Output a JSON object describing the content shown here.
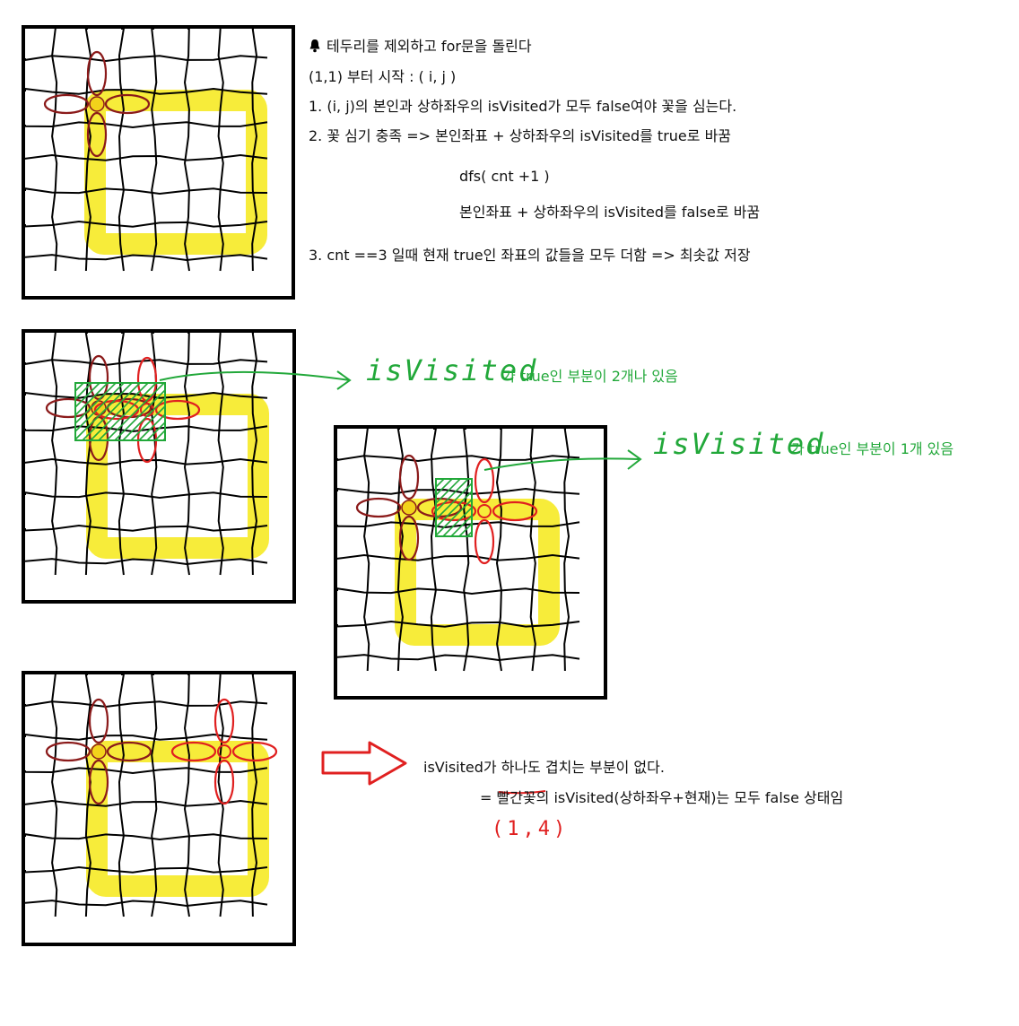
{
  "notes": {
    "title": "테두리를 제외하고 for문을 돌린다",
    "start": "(1,1) 부터 시작 : ( i, j )",
    "rule1": "1. (i, j)의 본인과 상하좌우의 isVisited가 모두 false여야 꽃을 심는다.",
    "rule2": "2. 꽃 심기 충족 => 본인좌표 + 상하좌우의 isVisited를 true로 바꿈",
    "dfs": "dfs( cnt +1 )",
    "reset": "본인좌표 + 상하좌우의 isVisited를  false로 바꿈",
    "rule3": "3. cnt ==3 일때 현재 true인 좌표의 값들을 모두 더함 => 최솟값 저장"
  },
  "annotations": {
    "hand_isvisited_1": "isVisited",
    "overlap_two": "가 true인 부분이 2개나 있음",
    "hand_isvisited_2": "isVisited",
    "overlap_one": "가 true인 부분이 1개 있음",
    "no_overlap": "isVisited가 하나도 겹치는 부분이 없다.",
    "red_flower_state": "= 빨간꽃의 isVisited(상하좌우+현재)는 모두 false 상태임",
    "red_coord": "(1,4)"
  },
  "icons": {
    "bell": "bell-icon",
    "arrow_outline": "hollow-right-arrow-icon"
  },
  "colors": {
    "grid_border": "#000000",
    "highlight": "#f7ec3a",
    "flower_dark": "#8b1a1a",
    "flower_center": "#f2d21b",
    "flower_red": "#e02020",
    "annotation_green": "#22a83a"
  }
}
